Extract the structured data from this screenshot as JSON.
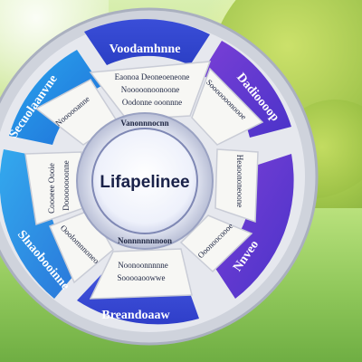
{
  "diagram": {
    "center_label": "Lifapelinee",
    "inner_ring_label": "Vanonnnocnn",
    "bottom_center_label": "Nonnnnnnnoon",
    "top_band_label": "Voodamhnne",
    "bottom_band_label": "Breandoaaw",
    "left_band_label": "Secuolaanvne",
    "right_band_label": "Dadioooop",
    "bottom_left_band_label": "Slnaobooinne",
    "bottom_right_band_label": "Nnveo",
    "segment_lines": [
      "Eaonoa Deoneoeneone",
      "Nooooonoonoone",
      "Oodonne ooonnne",
      "Sooooooonoooe",
      "Heaoononeoone",
      "Ooonoocoooe",
      "Noonoonnnnne",
      "Sooooaoowwe",
      "Ooolomnnoneo",
      "Coooeee Oooie",
      "Doooooooonne",
      "Noooooanne"
    ]
  }
}
